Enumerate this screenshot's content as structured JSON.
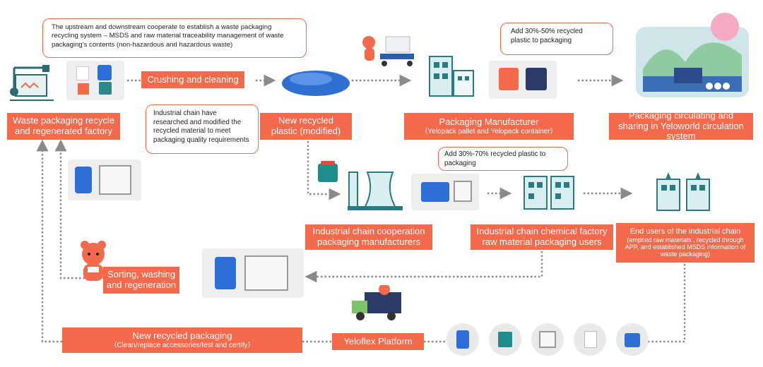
{
  "callouts": {
    "top": "The upstream and downstream cooperate to establish a waste packaging recycling system – MSDS and raw material traceability management of waste packaging's contents (non-hazardous and hazardous waste)",
    "industrial": "Industrial chain have researched and modified the recycled material to meet packaging quality requirements",
    "add30_50": "Add 30%-50% recycled plastic to packaging",
    "add30_70": "Add 30%-70% recycled plastic to packaging"
  },
  "boxes": {
    "crushing": "Crushing and cleaning",
    "waste_factory": "Waste packaging recycle and regenerated factory",
    "new_plastic": "New recycled plastic (modified)",
    "pkg_manufacturer": "Packaging Manufacturer",
    "pkg_manufacturer_sub": "（Yelopack pallet and Yelopack container）",
    "circulating": "Packaging circulating and sharing in Yeloworld circulation system",
    "chain_coop": "Industrial chain cooperation packaging manufacturers",
    "chem_factory": "Industrial chain chemical factory raw material packaging users",
    "end_users": "End users of the industrial chain",
    "end_users_sub": "(emptied raw materials , recycled through APP, and established MSDS information of waste packaging)",
    "sorting": "Sorting, washing and regeneration",
    "new_packaging": "New recycled packaging",
    "new_packaging_sub": "（Clean/replace accessories/test and certify）",
    "platform": "Yeloflex Platform"
  },
  "colors": {
    "accent": "#f26a4b",
    "arrow": "#8a8a8a",
    "blue": "#2d6fd6",
    "tile": "#eeeeee"
  }
}
